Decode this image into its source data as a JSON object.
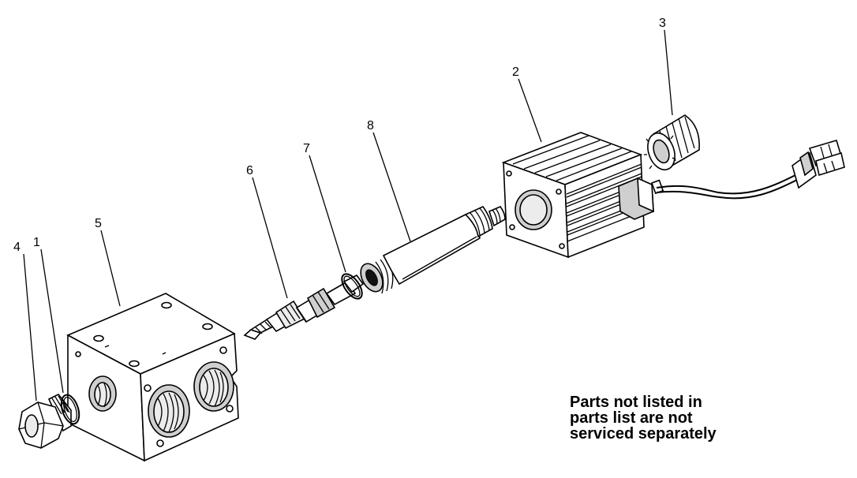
{
  "callouts": [
    "1",
    "2",
    "3",
    "4",
    "5",
    "6",
    "7",
    "8"
  ],
  "note": {
    "line1": "Parts not listed in",
    "line2": "parts list are not",
    "line3": "serviced separately"
  }
}
